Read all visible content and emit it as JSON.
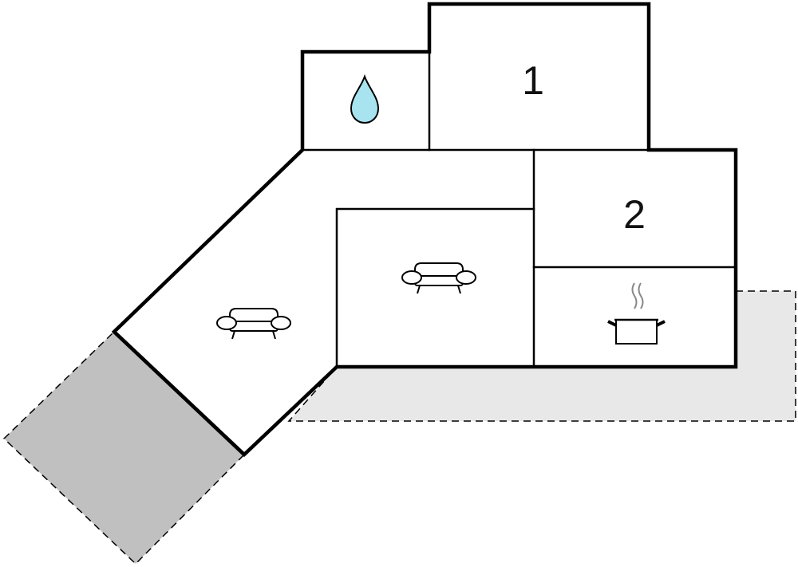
{
  "floorplan": {
    "rooms": [
      {
        "id": "bedroom-1",
        "label": "1"
      },
      {
        "id": "bedroom-2",
        "label": "2"
      }
    ],
    "icons": [
      {
        "room": "bathroom",
        "name": "water-drop-icon"
      },
      {
        "room": "living-room",
        "name": "sofa-icon"
      },
      {
        "room": "corridor",
        "name": "sofa-icon"
      },
      {
        "room": "kitchen",
        "name": "cooking-pot-icon"
      }
    ],
    "colors": {
      "wall": "#000000",
      "water": "#a8e4f0",
      "terrace": "#e8e8e8",
      "outdoor_area": "#c0c0c0",
      "dashed_outline": "#000000"
    }
  }
}
